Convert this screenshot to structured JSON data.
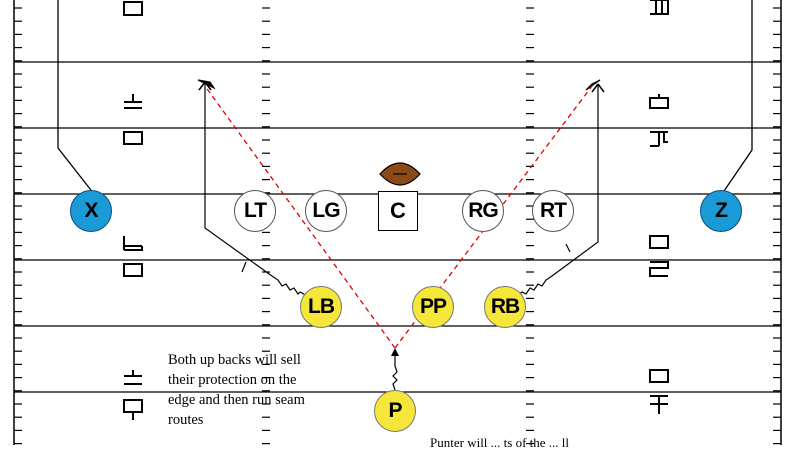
{
  "players": {
    "x": "X",
    "z": "Z",
    "lt": "LT",
    "lg": "LG",
    "c": "C",
    "rg": "RG",
    "rt": "RT",
    "lb": "LB",
    "pp": "PP",
    "rb": "RB",
    "p": "P"
  },
  "note": {
    "line1": "Both up backs will sell",
    "line2": "their protection on the",
    "line3": "edge and then run seam",
    "line4": "routes"
  },
  "partial_text": "Punter will ... ts of the ... ll",
  "colors": {
    "receiver_fill": "#1a9ad6",
    "back_fill": "#f5e73a",
    "lineman_fill": "#ffffff",
    "ball_fill": "#8b4a18",
    "pass_path": "#e00000"
  }
}
